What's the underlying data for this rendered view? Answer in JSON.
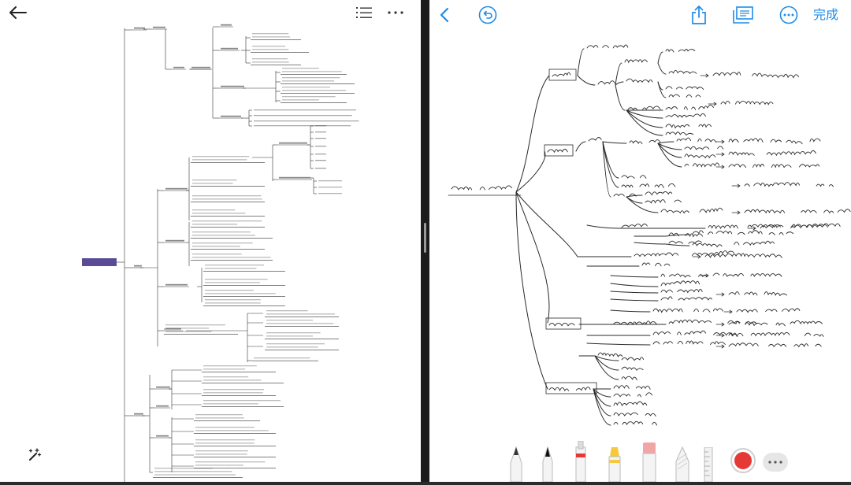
{
  "left_pane": {
    "icons": [
      "back-arrow-icon",
      "outline-list-icon",
      "more-options-icon",
      "magic-wand-icon"
    ],
    "root_label": "",
    "colors": {
      "root_node": "#5b4b96",
      "lines": "#333333",
      "text": "#555555"
    }
  },
  "right_pane": {
    "header": {
      "done_label": "完成"
    },
    "icons": [
      "back-chevron-icon",
      "undo-icon",
      "share-icon",
      "pages-icon",
      "more-options-icon"
    ],
    "accent_color": "#1f8ce8",
    "handwriting": {
      "root": "",
      "branches": [
        "",
        "",
        "",
        ""
      ]
    },
    "toolbar": {
      "tools": [
        "pen-tool",
        "fountain-pen-tool",
        "marker-tool",
        "highlighter-tool",
        "eraser-tool",
        "lasso-tool",
        "ruler-tool"
      ],
      "current_color": "#e53935",
      "more_icon": "more-options-icon"
    }
  }
}
